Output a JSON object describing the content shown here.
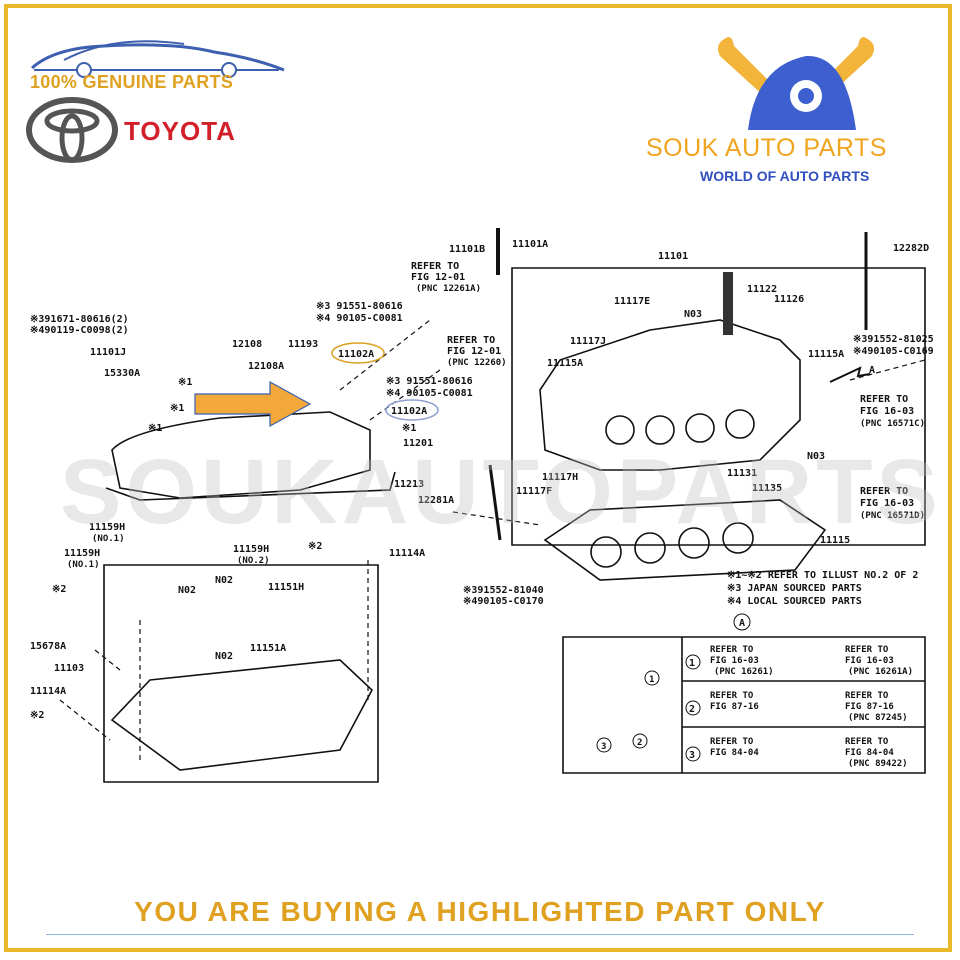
{
  "header": {
    "tagline": "100% GENUINE PARTS",
    "brand": "TOYOTA",
    "store_name": "SOUK AUTO PARTS",
    "store_tagline": "WORLD OF AUTO PARTS"
  },
  "watermark": "SOUKAUTOPARTS",
  "banner": "YOU ARE BUYING A HIGHLIGHTED PART ONLY",
  "colors": {
    "gold": "#e0a020",
    "toyota_red": "#d31f2a",
    "store_blue": "#2f4fbf",
    "frame": "#e9b92a",
    "arrow": "#f2a93a"
  },
  "icons": [
    "car-silhouette-icon",
    "toyota-emblem-icon",
    "wrench-icon",
    "highlight-arrow-icon"
  ],
  "diagram": {
    "labels": {
      "p11101": "11101",
      "p11101b": "11101B",
      "p11101a": "11101A",
      "ref_fig12_01_a_1": "REFER TO",
      "ref_fig12_01_a_2": "FIG 12-01",
      "ref_fig12_01_a_3": "(PNC 12261A)",
      "ref_fig12_01_b_1": "REFER TO",
      "ref_fig12_01_b_2": "FIG 12-01",
      "ref_fig12_01_b_3": "(PNC 12260)",
      "p12282d": "12282D",
      "p391552_81025": "※391552-81025",
      "p490105_c0169": "※490105-C0169",
      "p391671": "※391671-80616(2)",
      "p490119": "※490119-C0098(2)",
      "p11101j": "11101J",
      "p15330a": "15330A",
      "p12108": "12108",
      "p12108a": "12108A",
      "p11193": "11193",
      "p11102a_top": "11102A",
      "p91551_80616_a": "※3 91551-80616",
      "p90105_c0081_a": "※4 90105-C0081",
      "p91551_80616_b": "※3 91551-80616",
      "p90105_c0081_b": "※4 90105-C0081",
      "p11102a_mid": "11102A",
      "x1_a": "※1",
      "x1_b": "※1",
      "x1_c": "※1",
      "x1_d": "※1",
      "p11201": "11201",
      "p11213": "11213",
      "p11117e": "11117E",
      "p11117j": "11117J",
      "p11115a_l": "11115A",
      "p11115a_r": "11115A",
      "n03_top": "N03",
      "p11122": "11122",
      "p11126": "11126",
      "circle_a": "A",
      "ref_fig16_03_a_1": "REFER TO",
      "ref_fig16_03_a_2": "FIG 16-03",
      "ref_fig16_03_a_3": "(PNC 16571C)",
      "ref_fig16_03_b_1": "REFER TO",
      "ref_fig16_03_b_2": "FIG 16-03",
      "ref_fig16_03_b_3": "(PNC 16571D)",
      "n03_mid": "N03",
      "p11117h": "11117H",
      "p11117f": "11117F",
      "p11131": "11131",
      "p11135": "11135",
      "p12281a": "12281A",
      "p11115": "11115",
      "p391552_81040": "※391552-81040",
      "p490105_c0170": "※490105-C0170",
      "p11159h_no1_a": "11159H",
      "no1_a": "(NO.1)",
      "p11159h_no1_b": "11159H",
      "no1_b": "(NO.1)",
      "p11159h_no2": "11159H",
      "no2": "(NO.2)",
      "x2_a": "※2",
      "p11114a_top": "11114A",
      "x2_b": "※2",
      "n02_a": "N02",
      "n02_b": "N02",
      "p11151h": "11151H",
      "p15678a": "15678A",
      "n02_c": "N02",
      "p11151a": "11151A",
      "p11103": "11103",
      "p11114a_bot": "11114A",
      "x2_c": "※2",
      "note1": "※1~※2  REFER TO ILLUST NO.2 OF 2",
      "note2": "※3 JAPAN SOURCED PARTS",
      "note3": "※4 LOCAL SOURCED PARTS"
    },
    "detail_a": {
      "title": "A",
      "rows": [
        {
          "num": "1",
          "left_1": "REFER TO",
          "left_2": "FIG 16-03",
          "left_3": "(PNC 16261)",
          "right_1": "REFER TO",
          "right_2": "FIG 16-03",
          "right_3": "(PNC 16261A)"
        },
        {
          "num": "2",
          "left_1": "REFER TO",
          "left_2": "FIG 87-16",
          "right_1": "REFER TO",
          "right_2": "FIG 87-16",
          "right_3": "(PNC 87245)"
        },
        {
          "num": "3",
          "left_1": "REFER TO",
          "left_2": "FIG 84-04",
          "right_1": "REFER TO",
          "right_2": "FIG 84-04",
          "right_3": "(PNC 89422)"
        }
      ],
      "inset_marks": [
        "1",
        "2",
        "3"
      ]
    }
  }
}
